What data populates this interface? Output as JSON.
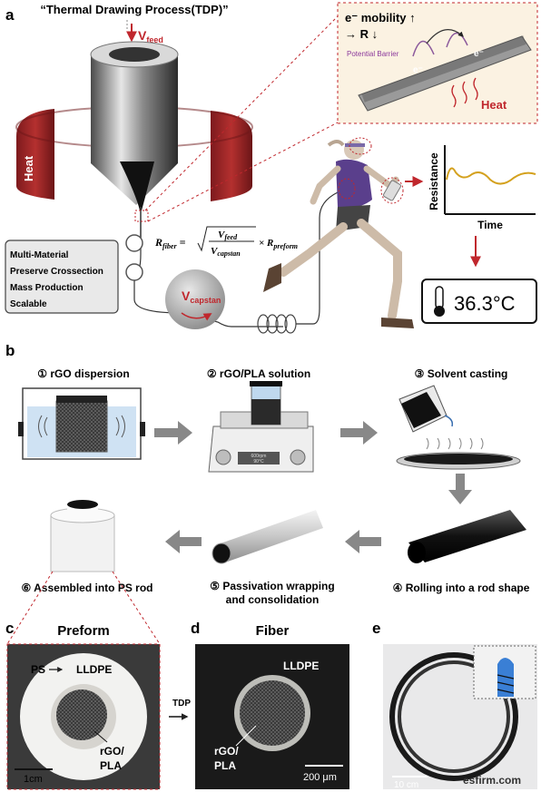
{
  "panel_a": {
    "label": "a",
    "title": "“Thermal Drawing Process(TDP)”",
    "v_feed": "V",
    "v_feed_sub": "feed",
    "heat": "Heat",
    "mobility_line1": "e⁻ mobility ↑",
    "mobility_line2": "→ R ↓",
    "potential_barrier": "Potential Barrier",
    "electron": "e⁻",
    "inset_heat": "Heat",
    "formula_lhs": "R",
    "formula_lhs_sub": "fiber",
    "formula_num": "V",
    "formula_num_sub": "feed",
    "formula_den": "V",
    "formula_den_sub": "capstan",
    "formula_tail": "× R",
    "formula_tail_sub": "preform",
    "features": [
      "Multi-Material",
      "Preserve Crossection",
      "Mass Production",
      "Scalable"
    ],
    "v_capstan": "V",
    "v_capstan_sub": "capstan",
    "graph_ylabel": "Resistance",
    "graph_xlabel": "Time",
    "temperature": "36.3°C"
  },
  "panel_b": {
    "label": "b",
    "steps": [
      "① rGO dispersion",
      "② rGO/PLA solution",
      "③ Solvent casting",
      "④ Rolling into a rod shape",
      "⑤ Passivation wrapping",
      "and consolidation",
      "⑥ Assembled into PS rod"
    ],
    "display_line1": "600rpm",
    "display_line2": "90°C"
  },
  "panel_c": {
    "label": "c",
    "title": "Preform",
    "ps": "PS",
    "lldpe": "LLDPE",
    "core1": "rGO/",
    "core2": "PLA",
    "scale": "1cm"
  },
  "tdp_arrow": "TDP",
  "panel_d": {
    "label": "d",
    "title": "Fiber",
    "lldpe": "LLDPE",
    "core1": "rGO/",
    "core2": "PLA",
    "scale": "200 μm"
  },
  "panel_e": {
    "label": "e",
    "scale": "10 cm",
    "watermark": "esfirm.com"
  },
  "colors": {
    "heat_red": "#a3262a",
    "accent_red": "#c0272d",
    "curve": "#d4a11e",
    "inset_bg": "#fbf2e2",
    "shirt": "#5a3f8c"
  }
}
